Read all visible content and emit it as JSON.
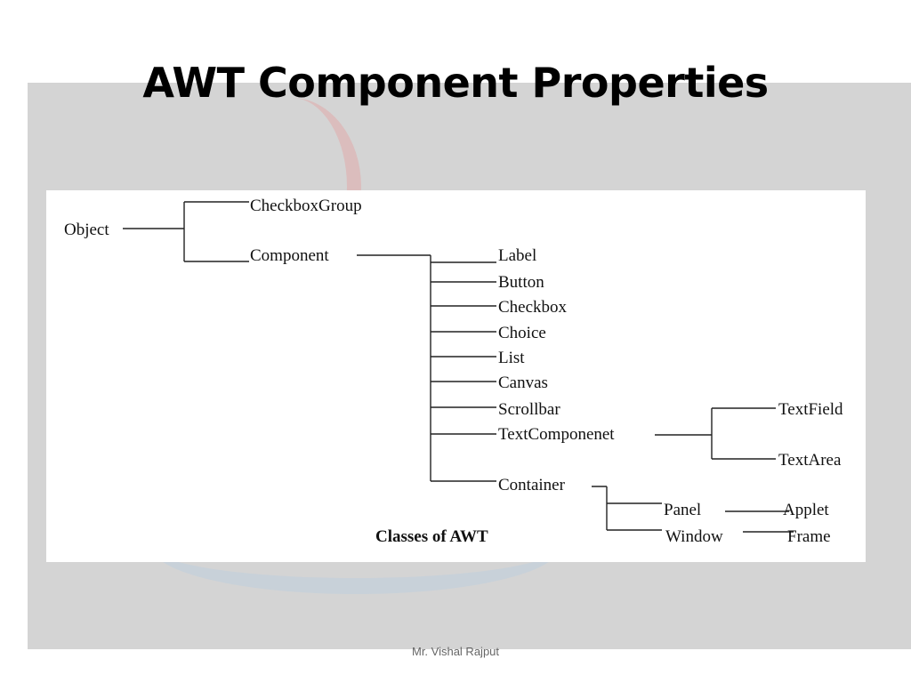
{
  "slide": {
    "title": "AWT Component Properties",
    "footer": "Mr. Vishal Rajput"
  },
  "diagram": {
    "caption": "Classes of AWT",
    "nodes": {
      "object": "Object",
      "checkboxgroup": "CheckboxGroup",
      "component": "Component",
      "label": "Label",
      "button": "Button",
      "checkbox": "Checkbox",
      "choice": "Choice",
      "list": "List",
      "canvas": "Canvas",
      "scrollbar": "Scrollbar",
      "textcomponent": "TextComponenet",
      "container": "Container",
      "textfield": "TextField",
      "textarea": "TextArea",
      "panel": "Panel",
      "window": "Window",
      "applet": "Applet",
      "frame": "Frame"
    },
    "edges": [
      [
        "object",
        "checkboxgroup"
      ],
      [
        "object",
        "component"
      ],
      [
        "component",
        "label"
      ],
      [
        "component",
        "button"
      ],
      [
        "component",
        "checkbox"
      ],
      [
        "component",
        "choice"
      ],
      [
        "component",
        "list"
      ],
      [
        "component",
        "canvas"
      ],
      [
        "component",
        "scrollbar"
      ],
      [
        "component",
        "textcomponent"
      ],
      [
        "component",
        "container"
      ],
      [
        "textcomponent",
        "textfield"
      ],
      [
        "textcomponent",
        "textarea"
      ],
      [
        "container",
        "panel"
      ],
      [
        "container",
        "window"
      ],
      [
        "panel",
        "applet"
      ],
      [
        "window",
        "frame"
      ]
    ]
  }
}
